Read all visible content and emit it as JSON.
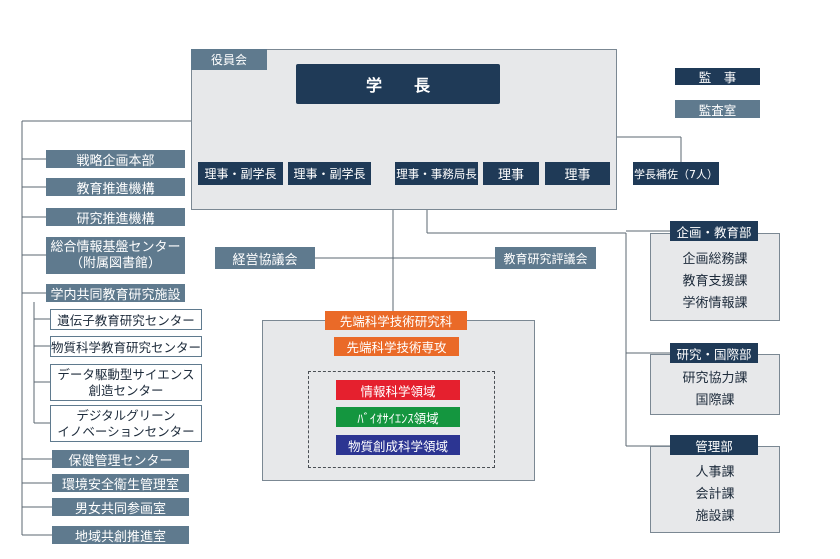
{
  "board": {
    "label": "役員会",
    "president": "学　　長",
    "executives": [
      "理事・副学長",
      "理事・副学長",
      "理事・事務局長",
      "理事",
      "理事"
    ],
    "advisors": "学長補佐（7人）"
  },
  "audit": {
    "auditor": "監　事",
    "audit_office": "監査室"
  },
  "councils": {
    "management": "経営協議会",
    "education_research": "教育研究評議会"
  },
  "left_units": {
    "strategy": "戦略企画本部",
    "education": "教育推進機構",
    "research": "研究推進機構",
    "info_center_line1": "総合情報基盤センター",
    "info_center_line2": "（附属図書館）",
    "shared_facilities": "学内共同教育研究施設",
    "facilities": [
      {
        "line1": "遺伝子教育研究センター",
        "line2": ""
      },
      {
        "line1": "物質科学教育研究センター",
        "line2": ""
      },
      {
        "line1": "データ駆動型サイエンス",
        "line2": "創造センター"
      },
      {
        "line1": "デジタルグリーン",
        "line2": "イノベーションセンター"
      }
    ],
    "health": "保健管理センター",
    "environment": "環境安全衛生管理室",
    "gender": "男女共同参画室",
    "regional": "地域共創推進室"
  },
  "graduate": {
    "school": "先端科学技術研究科",
    "major": "先端科学技術専攻",
    "areas": [
      {
        "label": "情報科学領域",
        "color": "#e5202e"
      },
      {
        "label": "ﾊﾞｲｵｻｲｴﾝｽ領域",
        "color": "#14963f"
      },
      {
        "label": "物質創成科学領域",
        "color": "#2c3592"
      }
    ]
  },
  "departments": [
    {
      "name": "企画・教育部",
      "sections": [
        "企画総務課",
        "教育支援課",
        "学術情報課"
      ]
    },
    {
      "name": "研究・国際部",
      "sections": [
        "研究協力課",
        "国際課"
      ]
    },
    {
      "name": "管理部",
      "sections": [
        "人事課",
        "会計課",
        "施設課"
      ]
    }
  ],
  "colors": {
    "navy": "#1f3a57",
    "slate": "#5f7a8e",
    "orange": "#ea6a28",
    "panel": "#e7e8ea"
  }
}
